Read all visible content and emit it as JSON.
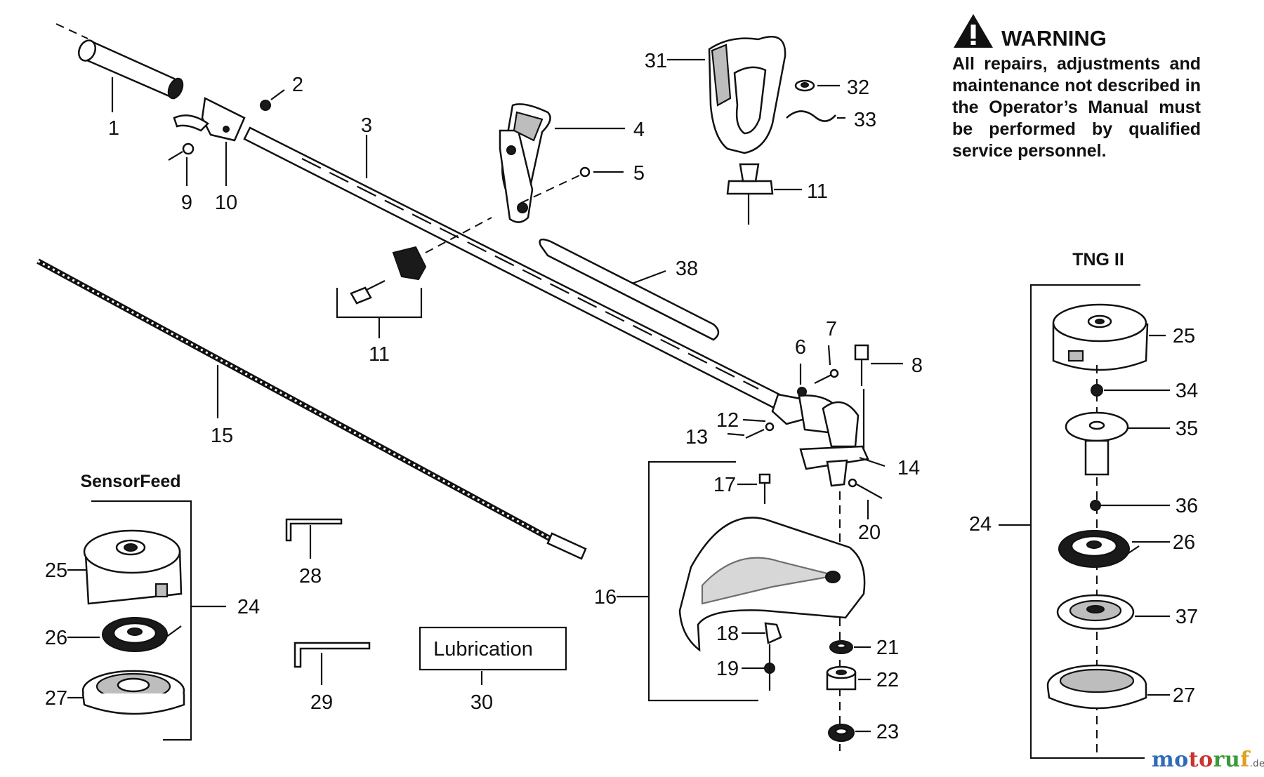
{
  "warning": {
    "title": "WARNING",
    "text": "All repairs, adjustments and maintenance not described in the Operator’s Manual must be performed by qualified service personnel."
  },
  "section_labels": {
    "sensorfeed": "SensorFeed",
    "tng2": "TNG II",
    "lubrication": "Lubrication"
  },
  "callouts": {
    "c1": "1",
    "c2": "2",
    "c3": "3",
    "c4": "4",
    "c5": "5",
    "c6": "6",
    "c7": "7",
    "c8": "8",
    "c9": "9",
    "c10": "10",
    "c11a": "11",
    "c11b": "11",
    "c12": "12",
    "c13": "13",
    "c14": "14",
    "c15": "15",
    "c16": "16",
    "c17": "17",
    "c18": "18",
    "c19": "19",
    "c20": "20",
    "c21": "21",
    "c22": "22",
    "c23": "23",
    "c24a": "24",
    "c24b": "24",
    "c25a": "25",
    "c25b": "25",
    "c26a": "26",
    "c26b": "26",
    "c27a": "27",
    "c27b": "27",
    "c28": "28",
    "c29": "29",
    "c30": "30",
    "c31": "31",
    "c32": "32",
    "c33": "33",
    "c34": "34",
    "c35": "35",
    "c36": "36",
    "c37": "37",
    "c38": "38"
  },
  "watermark": {
    "part1": "mo",
    "part2": "to",
    "part3": "ru",
    "part4": "f",
    "tld": ".de"
  }
}
